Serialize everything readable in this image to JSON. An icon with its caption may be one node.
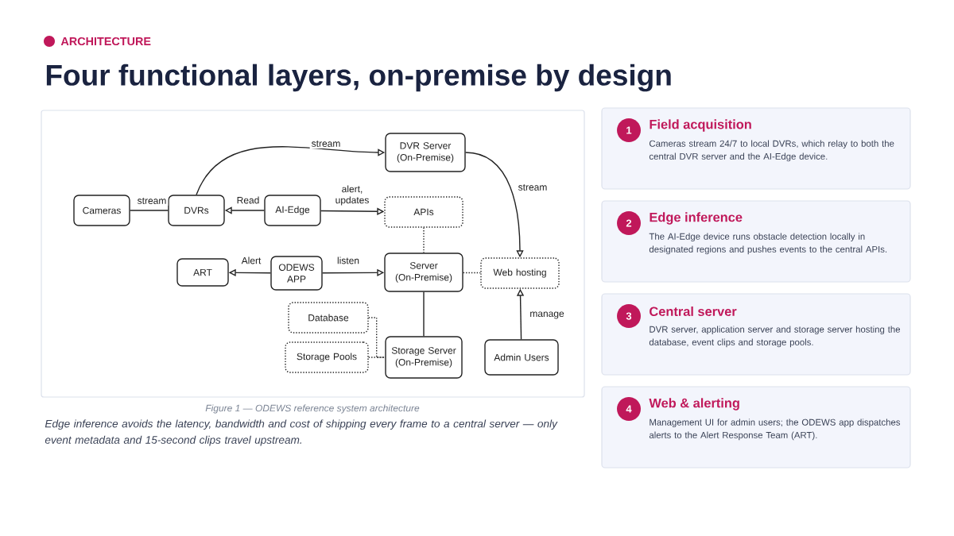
{
  "diagram": {
    "title": "Four functional layers, on-premise by design",
    "caption": "Figure 1 — ODEWS reference system architecture",
    "nodes": [
      {
        "text": [
          "Cameras"
        ]
      },
      {
        "text": [
          "DVRs"
        ]
      },
      {
        "text": [
          "AI-Edge"
        ]
      },
      {
        "text": [
          "DVR Server (On-Premise)"
        ]
      },
      {
        "text": [
          "APIs"
        ]
      },
      {
        "text": [
          "ART"
        ]
      },
      {
        "text": [
          "ODEWS APP"
        ]
      },
      {
        "text": [
          "Server (On-Premise)"
        ]
      },
      {
        "text": [
          "Web hosting"
        ]
      },
      {
        "text": [
          "Database"
        ]
      },
      {
        "text": [
          "Storage Pools"
        ]
      },
      {
        "text": [
          "Storage Server (On-Premise)"
        ]
      },
      {
        "text": [
          "Admin Users"
        ]
      },
      {
        "text": [
          "Field acquisition",
          "Cameras stream 24/7 to local DVRs, which relay to both the central DVR server and the AI-Edge device."
        ]
      },
      {
        "text": [
          "1"
        ],
        "in": 13
      },
      {
        "text": [
          "Edge inference",
          "The AI-Edge device runs obstacle detection locally in designated regions and pushes events to the central APIs."
        ]
      },
      {
        "text": [
          "2"
        ],
        "in": 15
      },
      {
        "text": [
          "Central server",
          "DVR server, application server and storage server hosting the database, event clips and storage pools."
        ]
      },
      {
        "text": [
          "3"
        ],
        "in": 17
      },
      {
        "text": [
          "Web & alerting",
          "Management UI for admin users; the ODEWS app dispatches alerts to the Alert Response Team (ART)."
        ]
      },
      {
        "text": [
          "4"
        ],
        "in": 19
      }
    ],
    "edges": [
      {
        "from": 0,
        "to": 1,
        "arrow": "none",
        "label": "stream"
      },
      {
        "from": 1,
        "to": 3,
        "arrow": "to",
        "label": "stream"
      },
      {
        "from": 2,
        "to": 1,
        "arrow": "to",
        "label": "Read"
      },
      {
        "from": 2,
        "to": 4,
        "arrow": "to",
        "label": "alert, updates"
      },
      {
        "from": 3,
        "to": 8,
        "arrow": "to",
        "label": "stream"
      },
      {
        "from": 4,
        "to": 7,
        "arrow": "none",
        "style": "dashed"
      },
      {
        "from": 6,
        "to": 5,
        "arrow": "to",
        "label": "Alert"
      },
      {
        "from": 6,
        "to": 7,
        "arrow": "to",
        "label": "listen"
      },
      {
        "from": 7,
        "to": 8,
        "arrow": "none",
        "style": "dashed"
      },
      {
        "from": 7,
        "to": 11,
        "arrow": "none"
      },
      {
        "from": 9,
        "to": 11,
        "arrow": "none",
        "style": "dashed"
      },
      {
        "from": 10,
        "to": 11,
        "arrow": "none",
        "style": "dashed"
      },
      {
        "from": 12,
        "to": 8,
        "arrow": "to",
        "label": "manage"
      }
    ],
    "labels": [
      "ARCHITECTURE",
      "Edge inference avoids the latency, bandwidth and cost of shipping every frame to a central server — only event metadata and 15-second clips travel upstream."
    ]
  }
}
